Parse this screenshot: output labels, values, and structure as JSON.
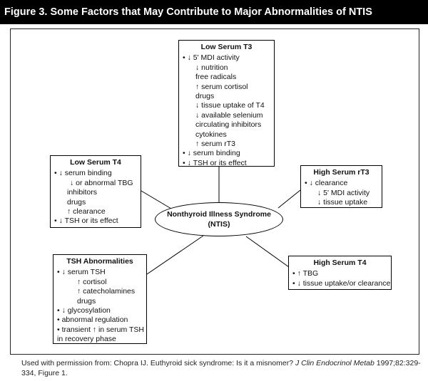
{
  "title": "Figure 3. Some Factors that May Contribute to Major Abnormalities of NTIS",
  "center": {
    "line1": "Nonthyroid Illness Syndrome",
    "line2": "(NTIS)"
  },
  "low_t3": {
    "title": "Low Serum T3",
    "lines": [
      "• ↓ 5' MDI activity",
      "↓ nutrition",
      "free radicals",
      "↑ serum cortisol",
      "drugs",
      "↓ tissue uptake of T4",
      "↓ available selenium",
      "circulating inhibitors",
      "cytokines",
      "↑ serum rT3",
      "• ↓ serum binding",
      "• ↓ TSH or its effect"
    ]
  },
  "low_t4": {
    "title": "Low Serum T4",
    "lines": [
      "• ↓ serum binding",
      "↓ or abnormal TBG",
      "inhibitors",
      "drugs",
      "↑ clearance",
      "• ↓ TSH or its effect"
    ]
  },
  "high_rt3": {
    "title": "High Serum rT3",
    "lines": [
      "• ↓ clearance",
      "↓ 5' MDI activity",
      "↓ tissue uptake"
    ]
  },
  "tsh": {
    "title": "TSH Abnormalities",
    "lines": [
      "• ↓ serum TSH",
      "↑ cortisol",
      "↑ catecholamines",
      "drugs",
      "• ↓ glycosylation",
      "• abnormal regulation",
      "• transient ↑ in serum TSH",
      "in recovery phase"
    ]
  },
  "high_t4": {
    "title": "High Serum T4",
    "lines": [
      "• ↑ TBG",
      "• ↓ tissue uptake/or clearance"
    ]
  },
  "footer": {
    "text_before": "Used with permission from: Chopra IJ. Euthyroid sick syndrome: Is it a misnomer? ",
    "journal": "J Clin Endocrinol Metab",
    "text_after": " 1997;82:329-334, Figure 1."
  }
}
